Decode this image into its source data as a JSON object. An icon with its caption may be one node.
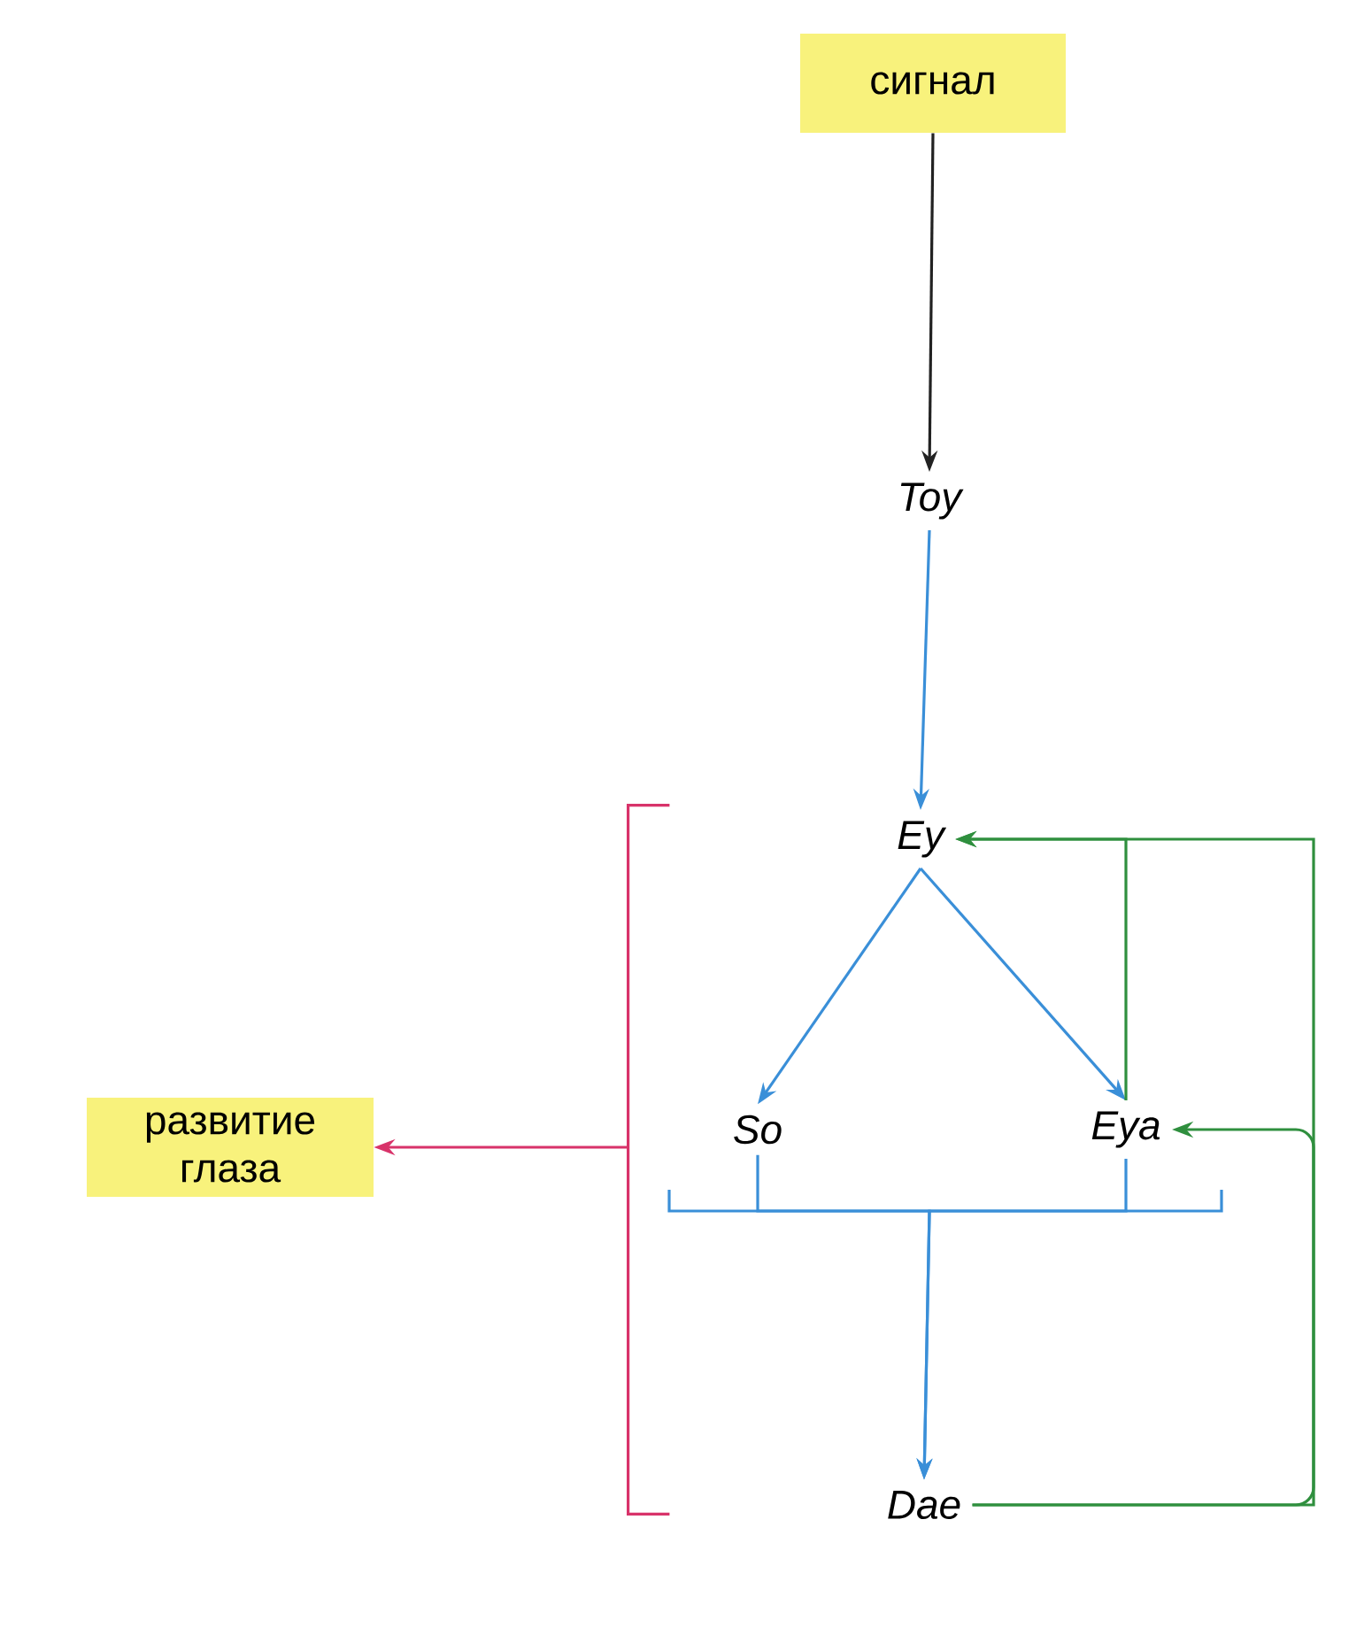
{
  "diagram": {
    "nodes": [
      {
        "text": [
          "сигнал"
        ]
      },
      {
        "text": [
          "Toy"
        ]
      },
      {
        "text": [
          "Ey"
        ]
      },
      {
        "text": [
          "So"
        ]
      },
      {
        "text": [
          "Eya"
        ]
      },
      {
        "text": [
          "Dae"
        ]
      },
      {
        "text": [
          "развитие глаза"
        ]
      },
      {
        "text": [],
        "shape": "bracket"
      }
    ],
    "edges": [
      {
        "from": 0,
        "to": 1,
        "arrow": "to",
        "color": "#222222"
      },
      {
        "from": 1,
        "to": 2,
        "arrow": "to"
      },
      {
        "from": 2,
        "to": 3,
        "arrow": "to"
      },
      {
        "from": 2,
        "to": 4,
        "arrow": "to"
      },
      {
        "from": 3,
        "to": 5,
        "arrow": "to"
      },
      {
        "from": 4,
        "to": 5,
        "arrow": "to"
      },
      {
        "from": 4,
        "to": 2,
        "arrow": "to",
        "color": "#2f8f3e"
      },
      {
        "from": 5,
        "to": 2,
        "arrow": "to",
        "color": "#2f8f3e"
      },
      {
        "from": 5,
        "to": 4,
        "arrow": "to",
        "color": "#2f8f3e"
      },
      {
        "from": 7,
        "to": 6,
        "arrow": "to",
        "color": "#d8336a"
      }
    ]
  }
}
